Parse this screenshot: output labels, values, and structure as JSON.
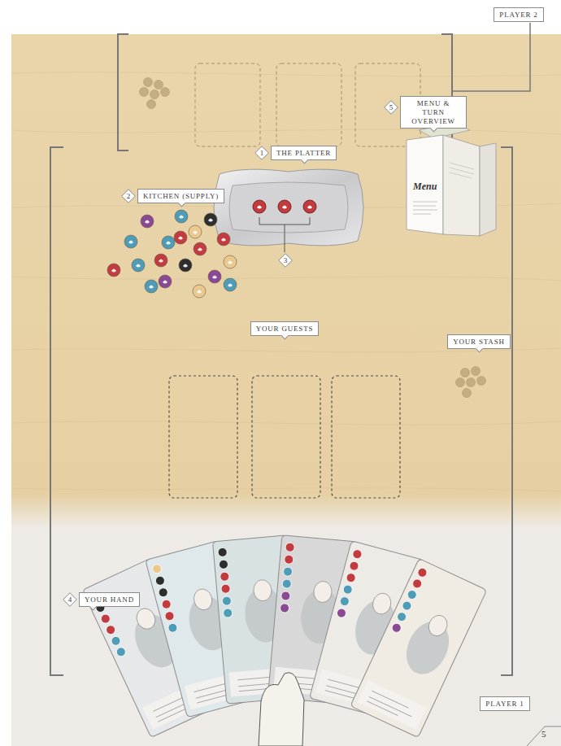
{
  "diagram": {
    "nodes": [
      {
        "text": [
          "PLAYER 2"
        ]
      },
      {
        "text": [
          "5"
        ]
      },
      {
        "text": [
          "MENU & TURN OVERVIEW"
        ]
      },
      {
        "text": [
          "1"
        ]
      },
      {
        "text": [
          "THE PLATTER"
        ]
      },
      {
        "text": [
          "2"
        ]
      },
      {
        "text": [
          "KITCHEN (SUPPLY)"
        ]
      },
      {
        "text": [
          "3"
        ]
      },
      {
        "text": [
          "YOUR GUESTS"
        ]
      },
      {
        "text": [
          "YOUR STASH"
        ]
      },
      {
        "text": [
          "4"
        ]
      },
      {
        "text": [
          "YOUR HAND"
        ]
      },
      {
        "text": [
          "PLAYER 1"
        ]
      }
    ],
    "labels": [
      "Menu",
      "5"
    ]
  }
}
